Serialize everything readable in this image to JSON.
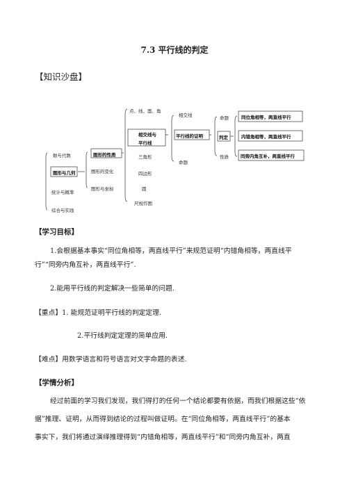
{
  "doc": {
    "title": "7.3  平行线的判定",
    "section_knowledge": "【知识沙盘】",
    "heading_goals": "【学习目标】",
    "goal1_line1": "1.会根据基本事实“同位角相等，两直线平行”来规范证明“内错角相等，两直线平",
    "goal1_line2": "行”“同旁内角互补，两直线平行”.",
    "goal2": "2.能用平行线的判定解决一些简单的问题.",
    "key_point_1": "【重点】1. 能规范证明平行线的判定定理.",
    "key_point_2": "2.平行线判定定理的简单应用.",
    "difficulty": "【难点】用数学语言和符号语言对文字命题的表述.",
    "heading_analysis": "【学情分析】",
    "analysis_line1": "经过前面的学习我们发现，我们得打的任何一个结论都要有依据，而我们根据这些“依",
    "analysis_line2": "据”推理、证明，从而得到结论的过程叫做证明。在“同位角相等，两直线平行”的基本",
    "analysis_line3": "事实下，我们将通过演绎推理得到“内错角相等，两直线平行”和“同旁内角互补，两直"
  },
  "mindmap": {
    "l1": [
      "数与代数",
      "图形与几何",
      "统计与概率",
      "综合与实践"
    ],
    "l2": [
      "图形的性质",
      "图形的变化",
      "图形与坐标"
    ],
    "l3": [
      "点、线、面、角",
      "相交线与",
      "平行线",
      "三角形",
      "四边形",
      "圆",
      "尺规作图"
    ],
    "l4": [
      "相交线",
      "平行线的证明",
      "命题"
    ],
    "l5": [
      "命题",
      "判定",
      "性质"
    ],
    "l6": [
      "同位角相等，两直线平行",
      "内错角相等，两直线平行",
      "同旁内角互补，两直线平行"
    ]
  }
}
